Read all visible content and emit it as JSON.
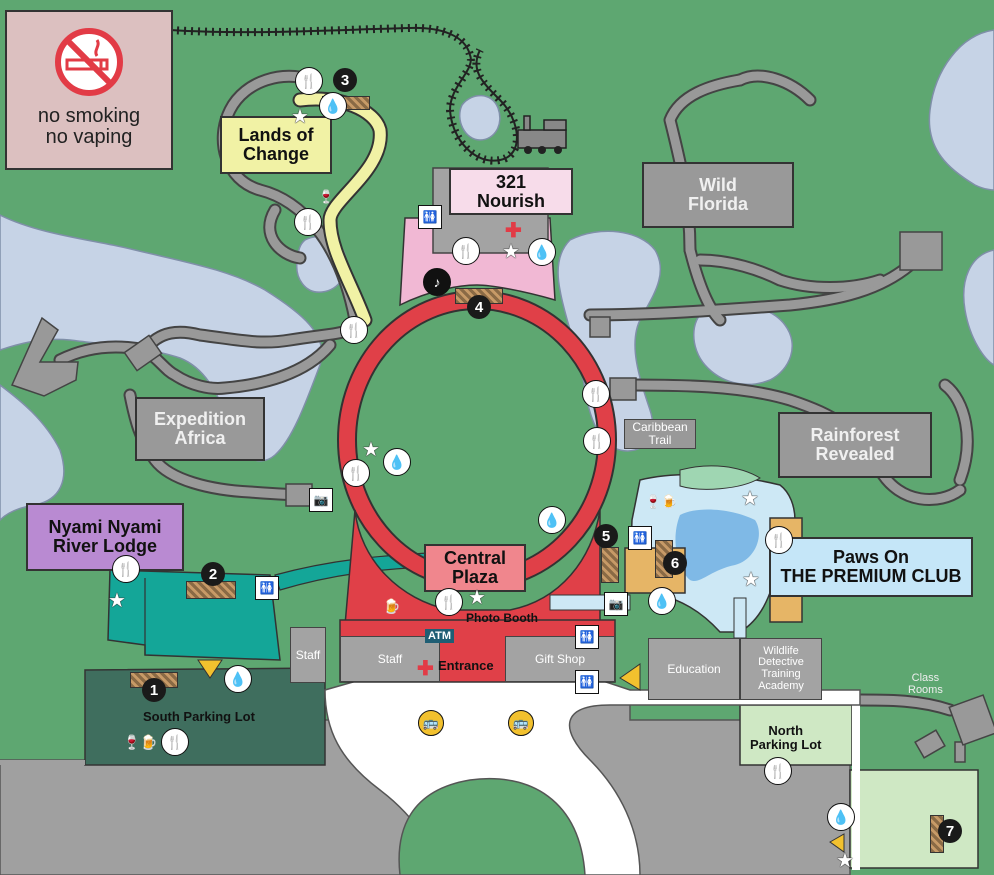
{
  "notice": {
    "line1": "no smoking",
    "line2": "no vaping"
  },
  "areas": {
    "lands_of_change": "Lands of\nChange",
    "nourish": "321\nNourish",
    "wild_florida": "Wild\nFlorida",
    "expedition_africa": "Expedition\nAfrica",
    "caribbean_trail": "Caribbean\nTrail",
    "rainforest_revealed": "Rainforest\nRevealed",
    "nyami_lodge": "Nyami Nyami\nRiver Lodge",
    "central_plaza": "Central\nPlaza",
    "paws_on": "Paws On\nTHE PREMIUM CLUB",
    "photo_booth": "Photo Booth",
    "staff_building": "Staff",
    "staff_small": "Staff",
    "entrance": "Entrance",
    "gift_shop": "Gift Shop",
    "education": "Education",
    "wildlife_detective": "Wildlife\nDetective\nTraining\nAcademy",
    "class_rooms": "Class\nRooms",
    "south_parking": "South Parking Lot",
    "north_parking": "North\nParking Lot",
    "atm": "ATM"
  },
  "numbers": [
    "1",
    "2",
    "3",
    "4",
    "5",
    "6",
    "7"
  ],
  "colors": {
    "grass": "#5ea771",
    "water": "#c6d3e6",
    "path": "#999999",
    "plaza_red": "#e04048",
    "nourish_pink": "#f1b8d4",
    "lands_yellow": "#f1f2a5",
    "nyami_purple": "#b98ad2",
    "lodge_teal": "#14a698",
    "paws_blue": "#c5e6f8",
    "bus_yellow": "#f2c12e"
  }
}
